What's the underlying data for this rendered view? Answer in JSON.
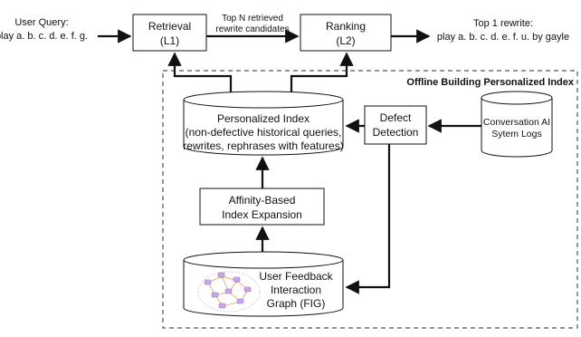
{
  "input": {
    "line1": "User Query:",
    "line2": "play a. b. c. d. e. f. g."
  },
  "retrieval": {
    "line1": "Retrieval",
    "line2": "(L1)"
  },
  "edge_label": {
    "line1": "Top N retrieved",
    "line2": "rewrite candidates"
  },
  "ranking": {
    "line1": "Ranking",
    "line2": "(L2)"
  },
  "output": {
    "line1": "Top 1 rewrite:",
    "line2": "play a. b. c. d. e. f. u. by gayle"
  },
  "offline": {
    "title": "Offline Building Personalized Index"
  },
  "personalized_index": {
    "line1": "Personalized Index",
    "line2": "(non-defective historical queries,",
    "line3": "rewrites, rephrases with features)"
  },
  "defect_detection": {
    "line1": "Defect",
    "line2": "Detection"
  },
  "conversation_logs": {
    "line1": "Conversation AI",
    "line2": "Sytem Logs"
  },
  "affinity_expansion": {
    "line1": "Affinity-Based",
    "line2": "Index Expansion"
  },
  "feedback_graph": {
    "line1": "User Feedback",
    "line2": "Interaction",
    "line3": "Graph (FIG)"
  },
  "colors": {
    "stroke": "#111111",
    "dashed_border": "#555555",
    "graph_node": "#c8a8e8",
    "graph_edge": "#e0a060",
    "graph_hub": "#f0c060"
  }
}
